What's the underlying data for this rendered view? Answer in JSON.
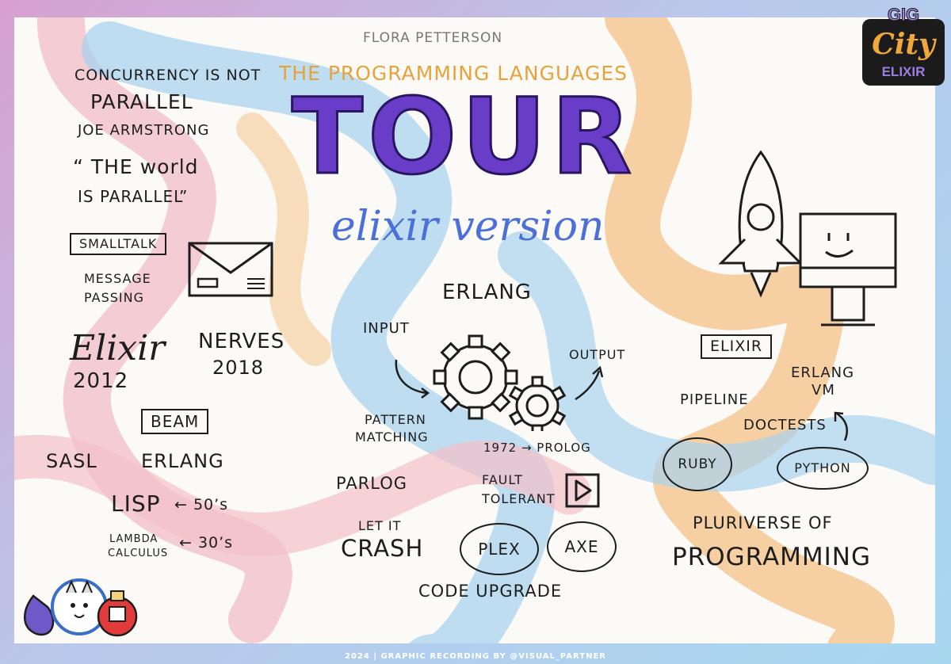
{
  "author": "FLORA PETTERSON",
  "subtitle": "THE PROGRAMMING LANGUAGES",
  "title": "TOUR",
  "version": "elixir version",
  "logo": {
    "line1": "GIG",
    "line2": "City",
    "line3": "ELIXIR"
  },
  "quote": {
    "line1": "CONCURRENCY IS NOT",
    "line2": "PARALLEL",
    "person": "JOE ARMSTRONG",
    "quote_line1": "“ THE world",
    "quote_line2": "IS PARALLEL”"
  },
  "smalltalk": "SMALLTALK",
  "message_passing": [
    "MESSAGE",
    "PASSING"
  ],
  "elixir_script": "Elixir",
  "elixir_year": "2012",
  "nerves": "NERVES",
  "nerves_year": "2018",
  "beam": "BEAM",
  "sasl": "SASL",
  "erlang_left": "ERLANG",
  "lisp": "LISP",
  "fifties": "← 50’s",
  "lambda": [
    "LAMBDA",
    "CALCULUS"
  ],
  "thirties": "← 30’s",
  "erlang_center": "ERLANG",
  "input": "INPUT",
  "output": "OUTPUT",
  "pattern_matching": [
    "PATTERN",
    "MATCHING"
  ],
  "prolog": "1972 → PROLOG",
  "parlog": "PARLOG",
  "fault_tolerant": [
    "FAULT",
    "TOLERANT"
  ],
  "let_it": "LET IT",
  "crash": "CRASH",
  "plex": "PLEX",
  "axe": "AXE",
  "code_upgrade": "CODE UPGRADE",
  "elixir_box": "ELIXIR",
  "erlang_vm": [
    "ERLANG",
    "VM"
  ],
  "pipeline": "PIPELINE",
  "doctests": "DOCTESTS",
  "ruby": "RUBY",
  "python": "PYTHON",
  "pluriverse_line1": "PLURIVERSE OF",
  "pluriverse_line2": "PROGRAMMING",
  "footer": "2024 | GRAPHIC RECORDING BY @VISUAL_PARTNER",
  "colors": {
    "title_purple": "#6a3dc8",
    "subtitle_orange": "#e8a23c",
    "version_blue": "#4c6fd8",
    "swirl_blue": "#a9d3ef",
    "swirl_pink": "#f3b9c4",
    "swirl_orange": "#f5c58c"
  }
}
